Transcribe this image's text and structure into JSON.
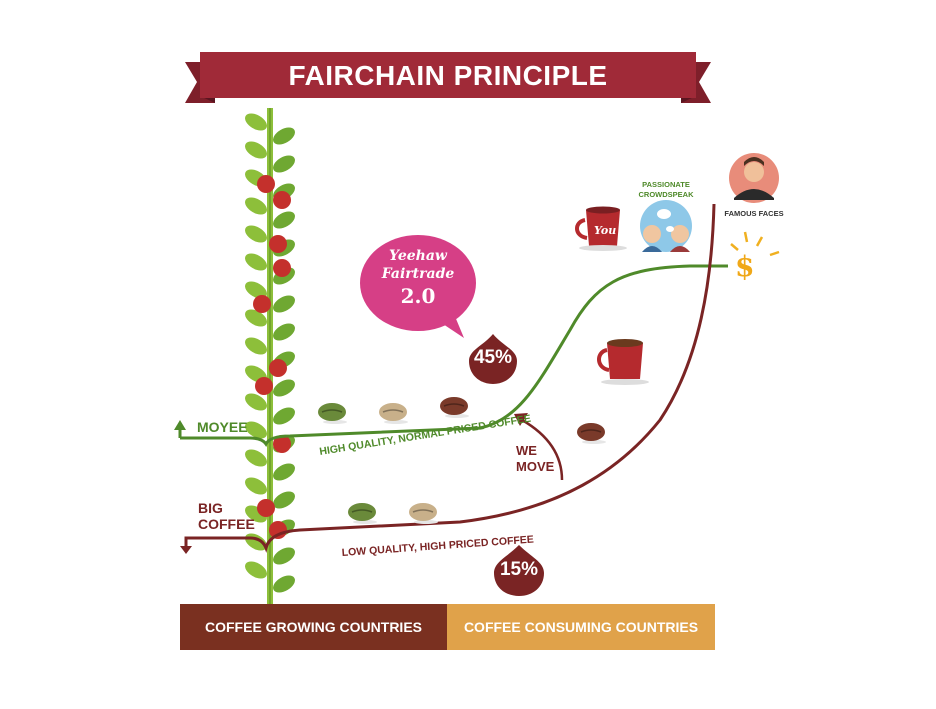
{
  "title": "FAIRCHAIN PRINCIPLE",
  "bubble": {
    "line1": "Yeehaw",
    "line2": "Fairtrade",
    "line3": "2.0"
  },
  "paths": {
    "moyee": "MOYEE",
    "big_coffee_1": "BIG",
    "big_coffee_2": "COFFEE",
    "high_quality": "HIGH QUALITY, NORMAL PRICED COFFEE",
    "low_quality": "LOW QUALITY, HIGH PRICED COFFEE",
    "we_move_1": "WE",
    "we_move_2": "MOVE"
  },
  "percentages": {
    "moyee": "45%",
    "big_coffee": "15%"
  },
  "consumers": {
    "you": "You",
    "crowd_1": "PASSIONATE",
    "crowd_2": "CROWDSPEAK",
    "famous": "FAMOUS FACES",
    "dollar": "$"
  },
  "footer": {
    "growing": "COFFEE GROWING COUNTRIES",
    "consuming": "COFFEE CONSUMING COUNTRIES"
  },
  "colors": {
    "banner": "#a02a38",
    "green": "#4f8a2a",
    "maroon": "#7a2424",
    "pink": "#d63f86",
    "orange": "#e0a24a",
    "brown_bar": "#7a3020"
  }
}
